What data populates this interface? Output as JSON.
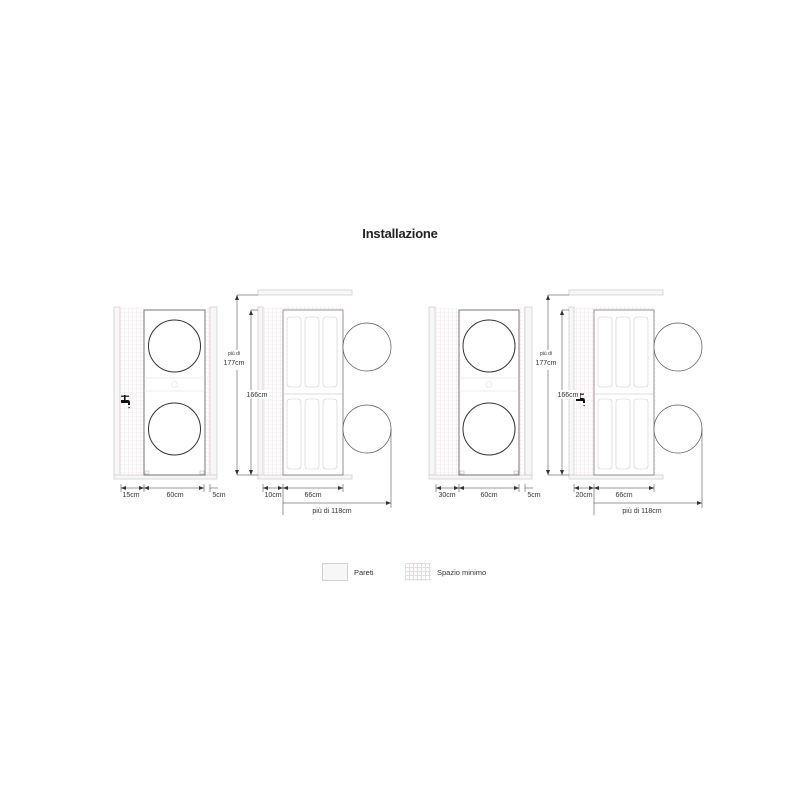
{
  "title": "Installazione",
  "colors": {
    "wall_fill": "#f7f7f7",
    "wall_stroke": "#cfcfcf",
    "min_space_grid": "#f0d6e0",
    "line": "#333333"
  },
  "diagrams": [
    {
      "id": "config-a",
      "front_view": {
        "left_clearance": "15cm",
        "width": "60cm",
        "right_clearance": "5cm",
        "has_faucet": true
      },
      "side_view": {
        "total_height_label_prefix": "più di",
        "total_height": "177cm",
        "unit_height": "166cm",
        "back_clearance": "10cm",
        "depth": "66cm",
        "door_open_depth": "più di 118cm"
      }
    },
    {
      "id": "config-b",
      "front_view": {
        "left_clearance": "30cm",
        "width": "60cm",
        "right_clearance": "5cm",
        "has_faucet": false
      },
      "side_view": {
        "total_height_label_prefix": "più di",
        "total_height": "177cm",
        "unit_height": "166cm",
        "back_clearance": "20cm",
        "depth": "66cm",
        "door_open_depth": "più di 118cm",
        "has_faucet": true
      }
    }
  ],
  "legend": {
    "walls": "Pareti",
    "min_space": "Spazio minimo"
  }
}
